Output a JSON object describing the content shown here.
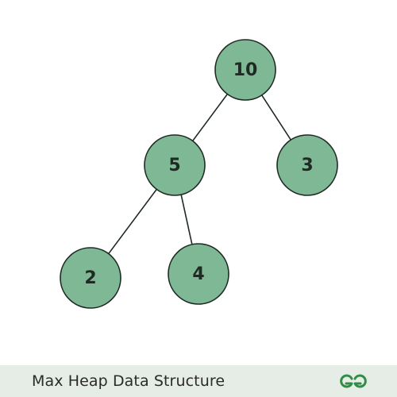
{
  "diagram": {
    "type": "binary-heap-tree",
    "node_fill": "#7fb894",
    "node_stroke": "#1f2a24",
    "edge_color": "#1f2a24",
    "nodes": [
      {
        "id": "n10",
        "label": "10"
      },
      {
        "id": "n5",
        "label": "5"
      },
      {
        "id": "n3",
        "label": "3"
      },
      {
        "id": "n2",
        "label": "2"
      },
      {
        "id": "n4",
        "label": "4"
      }
    ],
    "edges": [
      {
        "from": "n10",
        "to": "n5"
      },
      {
        "from": "n10",
        "to": "n3"
      },
      {
        "from": "n5",
        "to": "n2"
      },
      {
        "from": "n5",
        "to": "n4"
      }
    ]
  },
  "footer": {
    "title": "Max Heap Data Structure",
    "background": "#e6ede6",
    "logo_icon": "geeksforgeeks-logo-icon",
    "logo_color": "#2f8d46"
  }
}
